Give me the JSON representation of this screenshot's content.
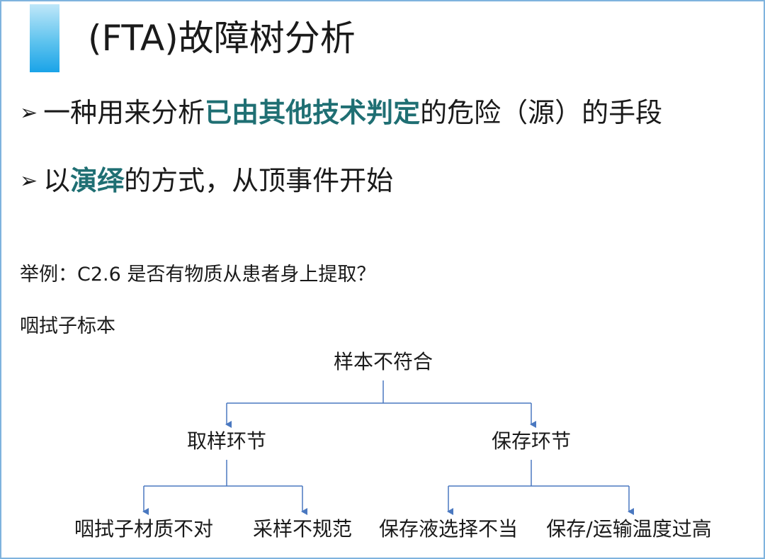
{
  "title": "(FTA)故障树分析",
  "bullets": [
    {
      "marker": "➢",
      "before": "一种用来分析",
      "highlight": "已由其他技术判定",
      "after": "的危险（源）的手段"
    },
    {
      "marker": "➢",
      "before": "以",
      "highlight": "演绎",
      "after": "的方式，从顶事件开始"
    }
  ],
  "example_text": "举例：C2.6 是否有物质从患者身上提取？",
  "sample_text": "咽拭子标本",
  "tree": {
    "root": "样本不符合",
    "left": {
      "label": "取样环节",
      "children": [
        "咽拭子材质不对",
        "采样不规范"
      ]
    },
    "right": {
      "label": "保存环节",
      "children": [
        "保存液选择不当",
        "保存/运输温度过高"
      ]
    }
  },
  "colors": {
    "accent_bar": "#1aa3e8",
    "highlight_text": "#1f6f73",
    "frame_border": "#7fb3de",
    "connector": "#4a78c0"
  }
}
